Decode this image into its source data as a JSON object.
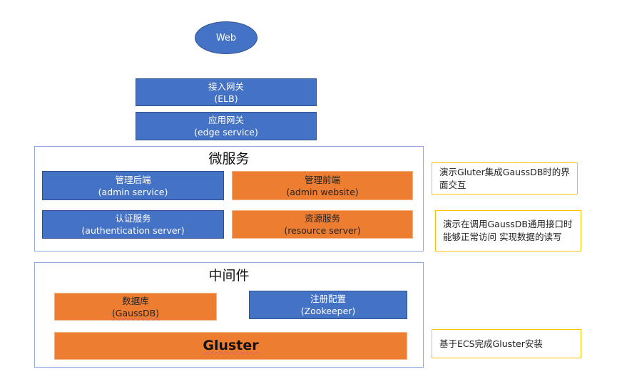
{
  "web": {
    "label": "Web"
  },
  "gateways": [
    {
      "title": "接入网关",
      "subtitle": "(ELB)"
    },
    {
      "title": "应用网关",
      "subtitle": "(edge service)"
    }
  ],
  "microservices": {
    "title": "微服务",
    "items": [
      {
        "title": "管理后端",
        "subtitle": "(admin service)",
        "color": "#4472c4"
      },
      {
        "title": "管理前端",
        "subtitle": "(admin website)",
        "color": "#ed7d31"
      },
      {
        "title": "认证服务",
        "subtitle": "(authentication server)",
        "color": "#4472c4"
      },
      {
        "title": "资源服务",
        "subtitle": "(resource server)",
        "color": "#ed7d31"
      }
    ]
  },
  "middleware": {
    "title": "中间件",
    "items": [
      {
        "title": "数据库",
        "subtitle": "(GaussDB)",
        "color": "#ed7d31"
      },
      {
        "title": "注册配置",
        "subtitle": "(Zookeeper)",
        "color": "#4472c4"
      },
      {
        "title": "Gluster",
        "color": "#ed7d31"
      }
    ]
  },
  "notes": [
    {
      "text": "演示Gluter集成GaussDB时的界面交互"
    },
    {
      "text": "演示在调用GaussDB通用接口时能够正常访问 实现数据的读写"
    },
    {
      "text": "基于ECS完成Gluster安装"
    }
  ],
  "colors": {
    "blue": "#4472c4",
    "orange": "#ed7d31",
    "frame": "#8faadc",
    "note_border": "#ffc000"
  }
}
